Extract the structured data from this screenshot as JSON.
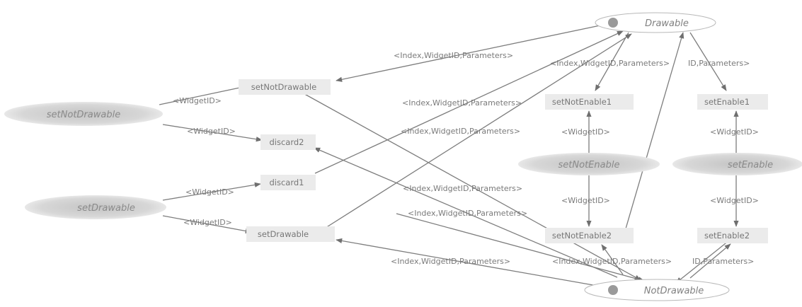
{
  "states": {
    "drawable": "Drawable",
    "not_drawable": "NotDrawable"
  },
  "events": {
    "set_not_drawable": "setNotDrawable",
    "set_drawable": "setDrawable",
    "set_not_enable": "setNotEnable",
    "set_enable": "setEnable"
  },
  "actions": {
    "set_not_drawable": "setNotDrawable",
    "discard2": "discard2",
    "discard1": "discard1",
    "set_drawable": "setDrawable",
    "set_not_enable1": "setNotEnable1",
    "set_not_enable2": "setNotEnable2",
    "set_enable1": "setEnable1",
    "set_enable2": "setEnable2"
  },
  "edge_labels": {
    "widget_id": "<WidgetID>",
    "index_widget_params": "<Index,WidgetID,Parameters>",
    "id_params": "ID,Parameters>"
  }
}
